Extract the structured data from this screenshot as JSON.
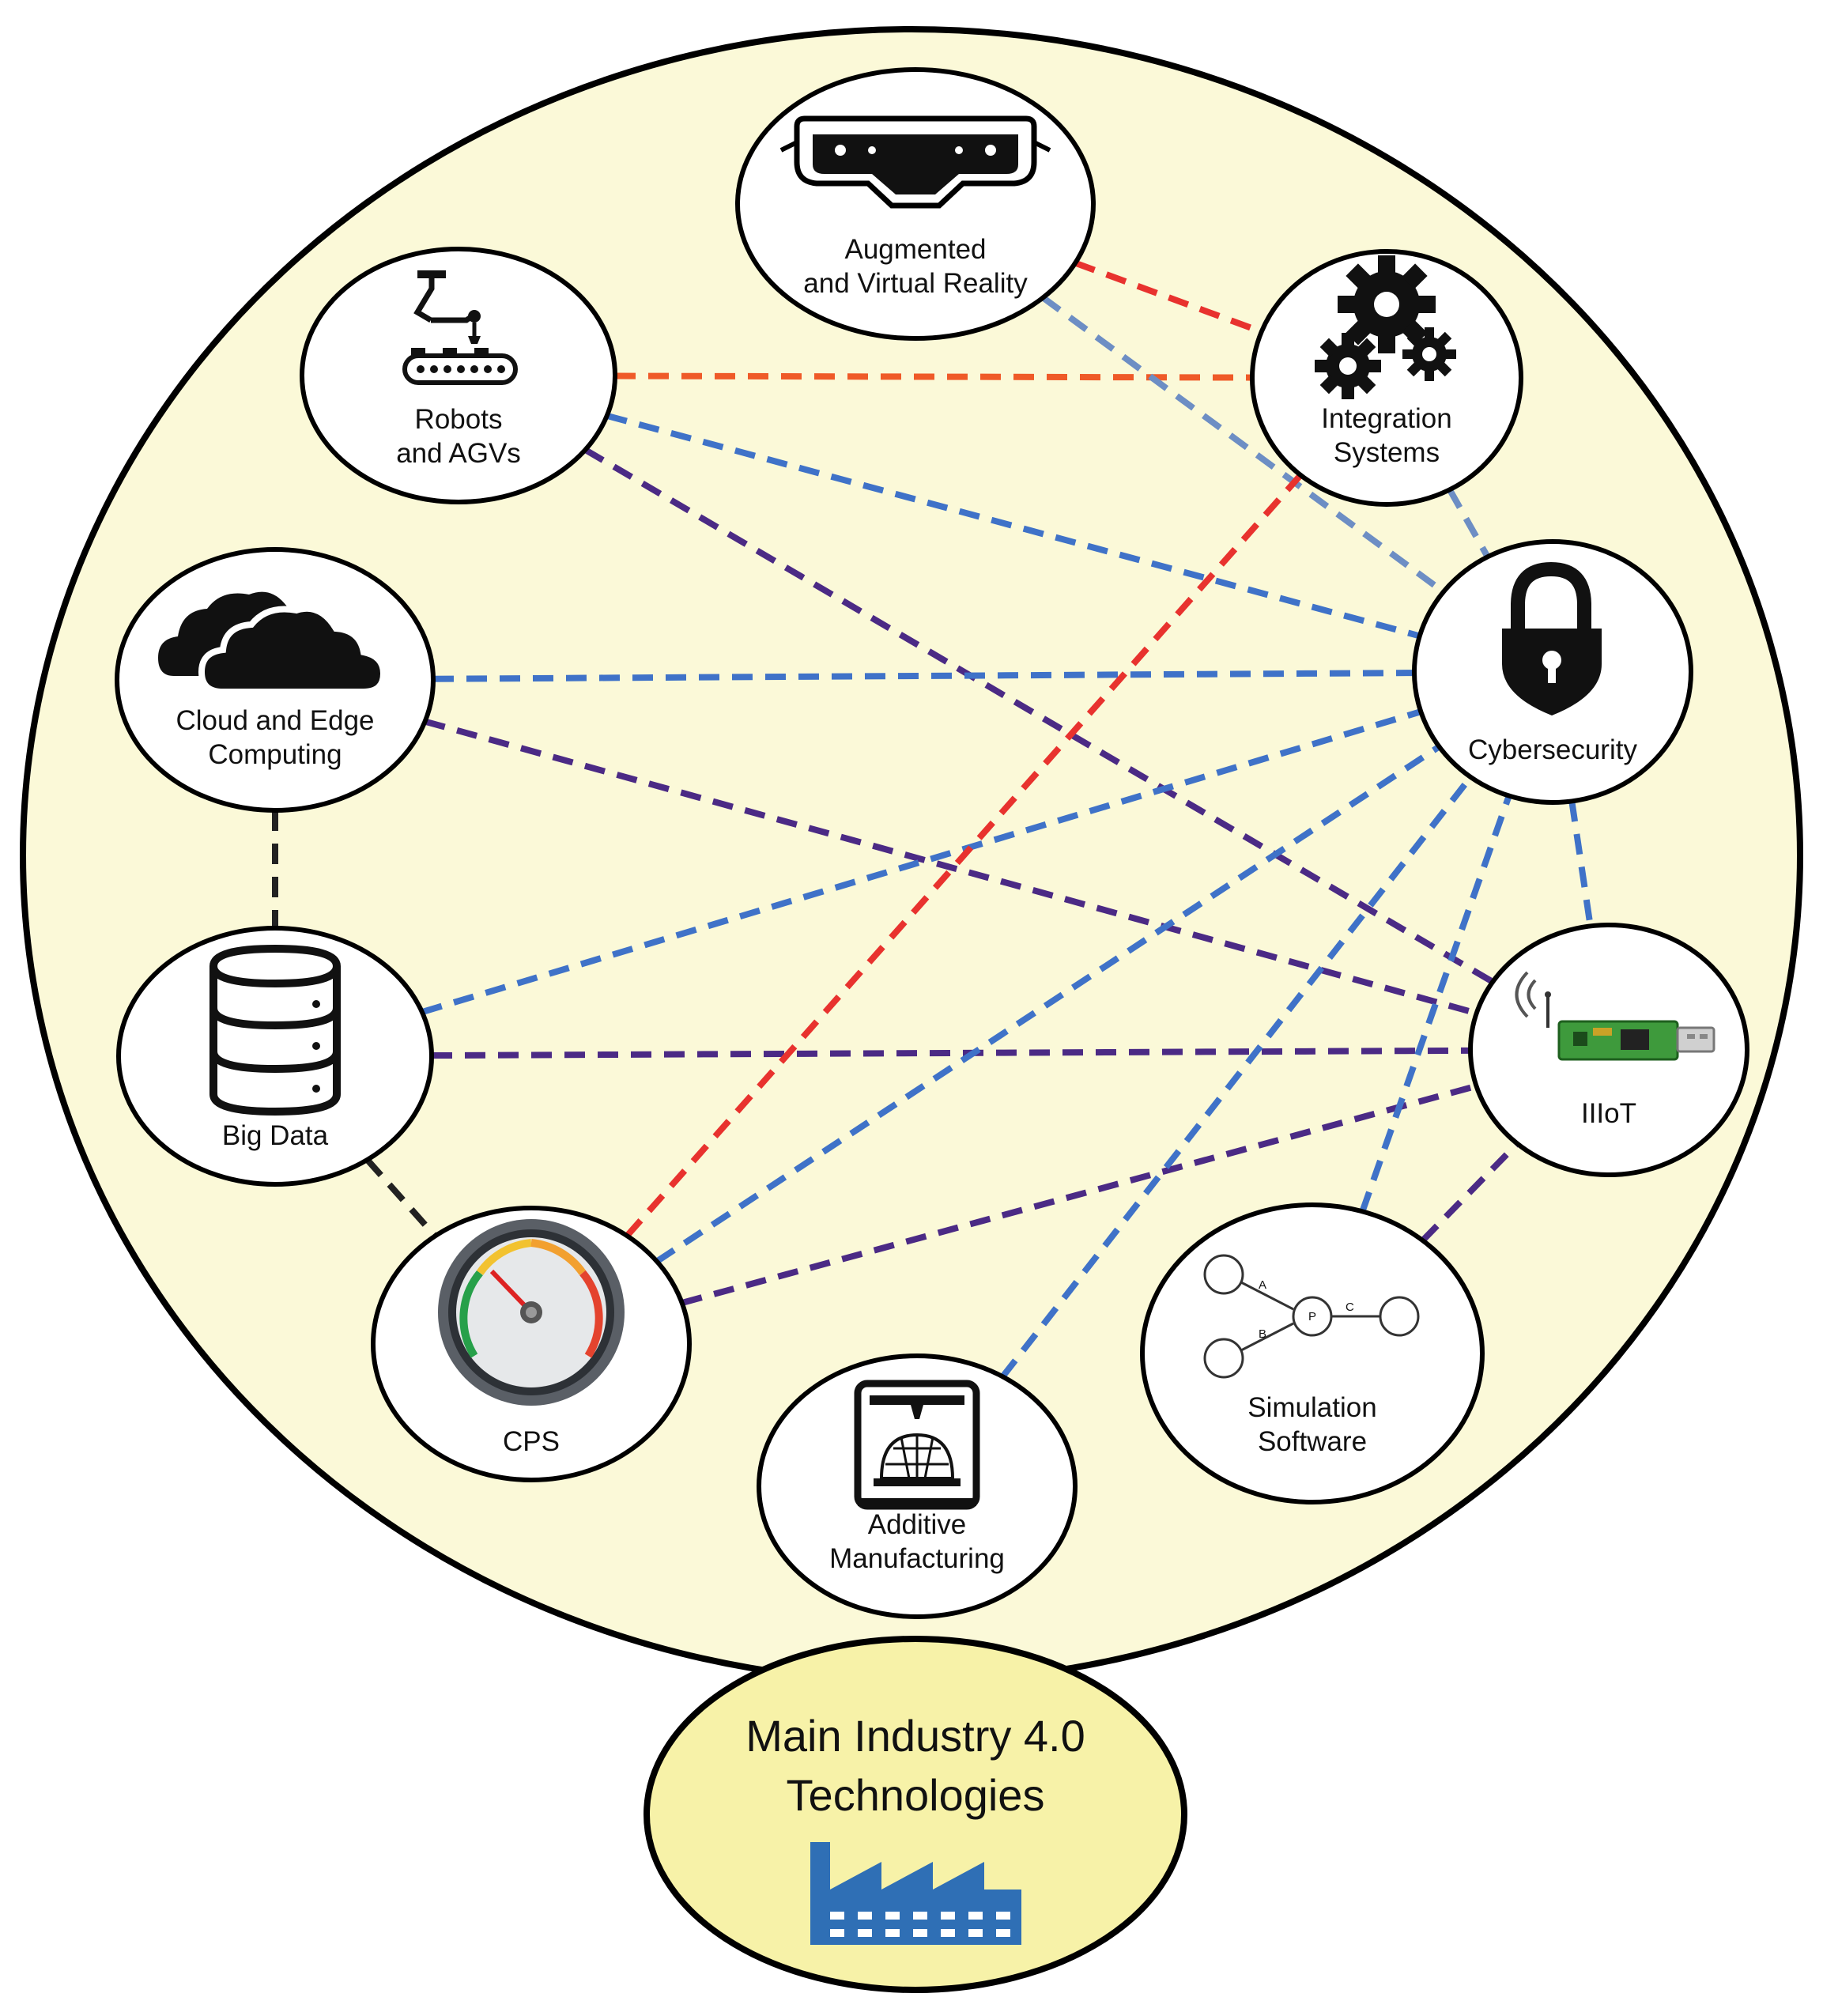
{
  "title": {
    "line1": "Main Industry 4.0",
    "line2": "Technologies",
    "icon": "factory-icon",
    "icon_color": "#2f6fb5"
  },
  "colors": {
    "background_circle": "#fbf9d8",
    "title_ellipse": "#f7f2a8",
    "node_fill": "#ffffff",
    "stroke": "#000000"
  },
  "nodes": [
    {
      "id": "ar_vr",
      "lines": [
        "Augmented",
        "and Virtual Reality"
      ],
      "icon": "vr-headset-icon"
    },
    {
      "id": "integration",
      "lines": [
        "Integration",
        "Systems"
      ],
      "icon": "gears-icon"
    },
    {
      "id": "robots",
      "lines": [
        "Robots",
        "and AGVs"
      ],
      "icon": "robot-arm-icon"
    },
    {
      "id": "cybersecurity",
      "lines": [
        "Cybersecurity"
      ],
      "icon": "padlock-icon"
    },
    {
      "id": "cloud",
      "lines": [
        "Cloud and Edge",
        "Computing"
      ],
      "icon": "cloud-icon"
    },
    {
      "id": "iiot",
      "lines": [
        "IIIoT"
      ],
      "icon": "wireless-board-icon"
    },
    {
      "id": "bigdata",
      "lines": [
        "Big Data"
      ],
      "icon": "database-icon"
    },
    {
      "id": "cps",
      "lines": [
        "CPS"
      ],
      "icon": "gauge-icon"
    },
    {
      "id": "simulation",
      "lines": [
        "Simulation",
        "Software"
      ],
      "icon": "state-graph-icon"
    },
    {
      "id": "additive",
      "lines": [
        "Additive",
        "Manufacturing"
      ],
      "icon": "3d-printer-icon"
    }
  ],
  "simulation_graph_labels": [
    "A",
    "B",
    "C",
    "P"
  ],
  "links": [
    {
      "from": "ar_vr",
      "to": "integration",
      "color": "#e8322e"
    },
    {
      "from": "robots",
      "to": "integration",
      "color": "#ef5a28"
    },
    {
      "from": "ar_vr",
      "to": "cybersecurity",
      "color": "#6d8ec4"
    },
    {
      "from": "integration",
      "to": "cybersecurity",
      "color": "#6d8ec4"
    },
    {
      "from": "robots",
      "to": "cybersecurity",
      "color": "#3f72c8"
    },
    {
      "from": "robots",
      "to": "iiot",
      "color": "#4b2a85"
    },
    {
      "from": "cloud",
      "to": "cybersecurity",
      "color": "#3f72c8"
    },
    {
      "from": "cloud",
      "to": "iiot",
      "color": "#4b2a85"
    },
    {
      "from": "cloud",
      "to": "bigdata",
      "color": "#222222"
    },
    {
      "from": "bigdata",
      "to": "cybersecurity",
      "color": "#3f72c8"
    },
    {
      "from": "bigdata",
      "to": "iiot",
      "color": "#4b2a85"
    },
    {
      "from": "bigdata",
      "to": "cps",
      "color": "#222222"
    },
    {
      "from": "cps",
      "to": "integration",
      "color": "#e8322e"
    },
    {
      "from": "cps",
      "to": "cybersecurity",
      "color": "#3f72c8"
    },
    {
      "from": "cps",
      "to": "iiot",
      "color": "#4b2a85"
    },
    {
      "from": "additive",
      "to": "cybersecurity",
      "color": "#3f72c8"
    },
    {
      "from": "simulation",
      "to": "cybersecurity",
      "color": "#3f72c8"
    },
    {
      "from": "simulation",
      "to": "iiot",
      "color": "#4b2a85"
    },
    {
      "from": "cybersecurity",
      "to": "iiot",
      "color": "#3f72c8"
    }
  ]
}
